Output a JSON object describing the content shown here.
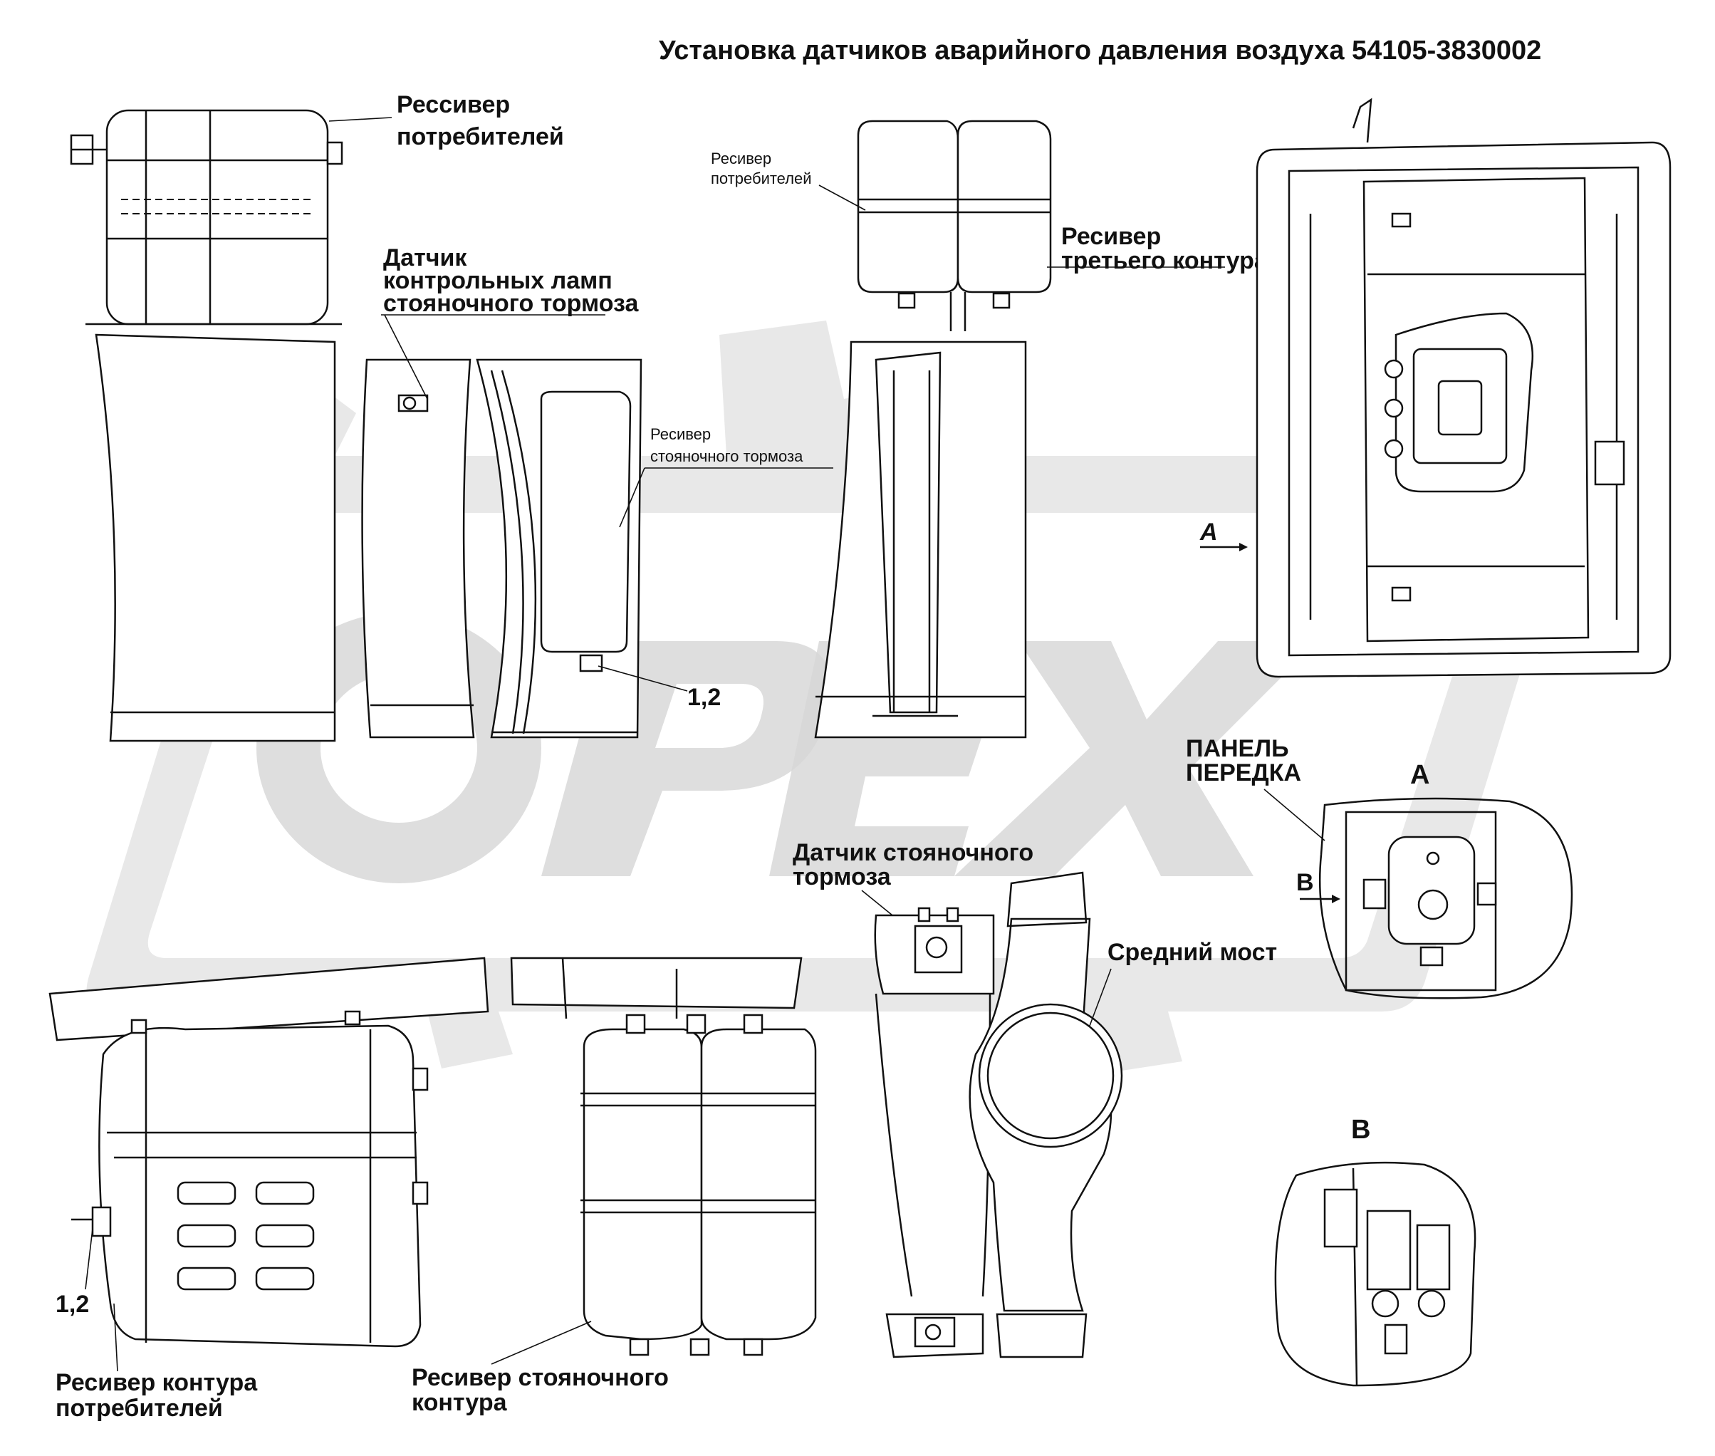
{
  "title": "Установка датчиков аварийного давления воздуха 54105-3830002",
  "watermark": "ОРЕХ",
  "labels": {
    "top_left_receiver": [
      "Рессивер",
      "потребителей"
    ],
    "parking_lamp_sensor": [
      "Датчик",
      "контрольных ламп",
      "стояночного тормоза"
    ],
    "parking_brake_receiver_small": [
      "Ресивер",
      "стояночного тормоза"
    ],
    "part_num_top": "1,2",
    "consumers_receiver_small": [
      "Ресивер",
      "потребителей"
    ],
    "third_circuit_receiver": [
      "Ресивер",
      "третьего контура"
    ],
    "arrow_a_cab": "А",
    "front_panel": [
      "ПАНЕЛЬ",
      "ПЕРЕДКА"
    ],
    "view_a_title": "А",
    "arrow_b": "В",
    "parking_brake_sensor": [
      "Датчик стояночного",
      "тормоза"
    ],
    "middle_axle": "Средний мост",
    "view_b_title": "В",
    "part_num_bottom": "1,2",
    "consumers_circuit_receiver": [
      "Ресивер контура",
      "потребителей"
    ],
    "parking_circuit_receiver": [
      "Ресивер стояночного",
      "контура"
    ]
  },
  "colors": {
    "line": "#111111",
    "watermark": "#d6d6d6",
    "background": "#ffffff"
  }
}
